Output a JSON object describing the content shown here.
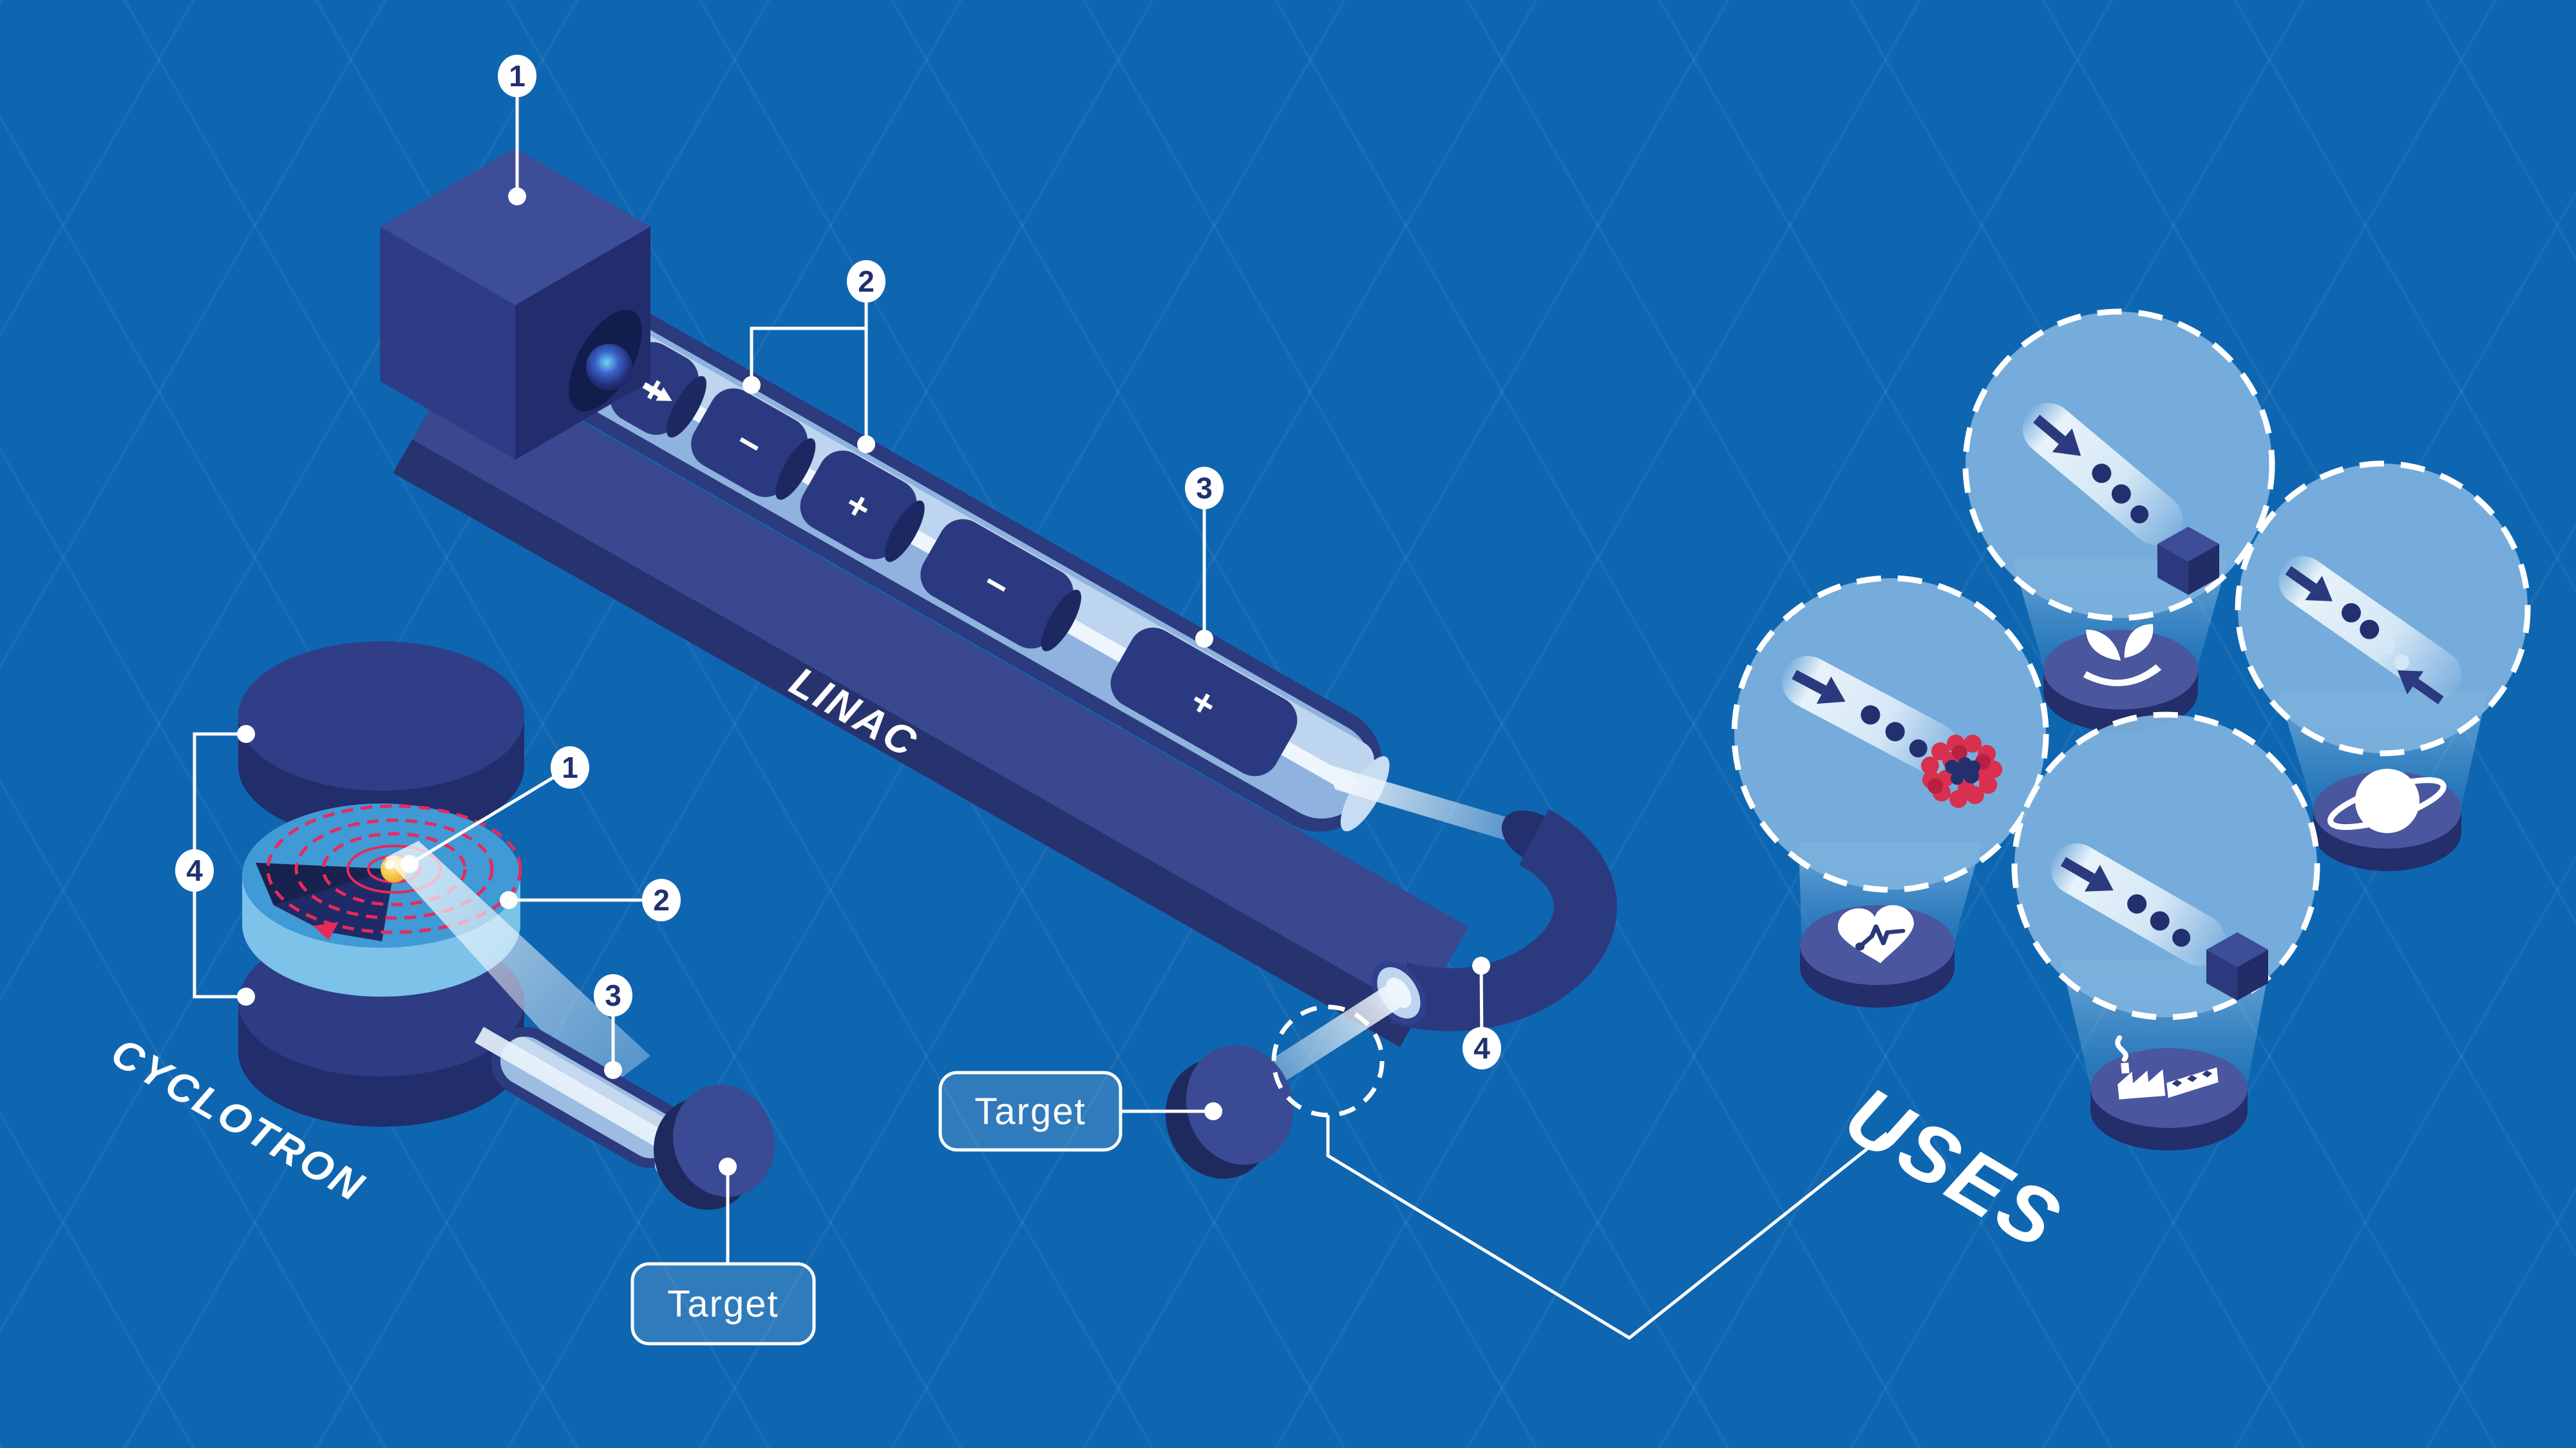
{
  "figure": "isometric particle accelerator infographic",
  "labels": {
    "linac": "LINAC",
    "cyclotron": "CYCLOTRON",
    "uses": "USES"
  },
  "targets": {
    "beamline": "Target",
    "cyclotron": "Target"
  },
  "callouts": {
    "linac": [
      "1",
      "2",
      "3"
    ],
    "cyclotron": [
      "1",
      "2",
      "3",
      "4"
    ],
    "beamline": [
      "4"
    ]
  },
  "linac": {
    "electrodes": [
      "+",
      "−",
      "+",
      "−",
      "+"
    ]
  },
  "uses_items": [
    {
      "icon": "heart-pulse-icon",
      "application": "medicine",
      "circle_content": "beam hitting cancer cell cluster"
    },
    {
      "icon": "hand-leaves-icon",
      "application": "agriculture",
      "circle_content": "beam hitting cube target"
    },
    {
      "icon": "planet-ring-icon",
      "application": "research",
      "circle_content": "colliding beams"
    },
    {
      "icon": "factory-icon",
      "application": "industry",
      "circle_content": "beam hitting cube target"
    }
  ],
  "colors": {
    "background": "#0e66b1",
    "grid_line": "rgba(255,255,255,0.055)",
    "navy_dark": "#232d6e",
    "navy": "#2b3a7e",
    "navy_mid": "#3a4a94",
    "pedestal_top": "#4a569e",
    "channel_blue": "#8fb3de",
    "beam_white": "#eef5fc",
    "dee_top": "#3f9ad6",
    "dee_side": "#7cc2e9",
    "spiral_red": "#e8295c",
    "particle_yellow": "#f6c445",
    "use_circle_fill": "#7db1de",
    "white": "#ffffff"
  }
}
